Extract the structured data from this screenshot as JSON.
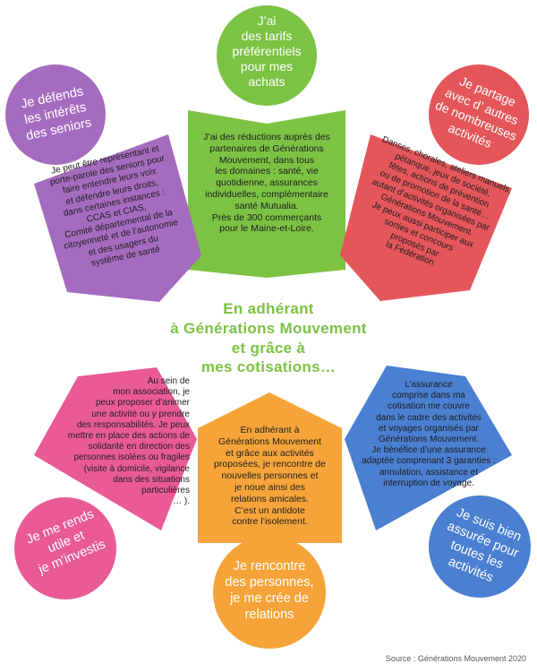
{
  "colors": {
    "green": "#7cc243",
    "purple": "#a56bbf",
    "red": "#e4565a",
    "pink": "#e95a97",
    "orange": "#f6a43a",
    "blue": "#4a7fd1"
  },
  "title": "En adhérant\nà Générations Mouvement\net grâce à\nmes cotisations…",
  "top": {
    "circle": "J’ai\ndes tarifs\npréférentiels\npour mes\nachats",
    "card": "J’ai des réductions auprès des\npartenaires de Générations\nMouvement, dans tous\nles domaines : santé, vie\nquotidienne, assurances\nindividuelles, complémentaire\nsanté Mutualia.\nPrès de 300 commerçants\npour le Maine-et-Loire."
  },
  "top_left": {
    "circle": "Je défends\nles intérêts\ndes seniors",
    "card": "Je peut être représentant et\nporte-parole des seniors pour\nfaire entendre leurs voix\net défendre leurs droits,\ndans certaines instances :\nCCAS et CIAS,\nComité départemental de la\ncitoyenneté et de l’autonomie\net des usagers du\nsystème de santé"
  },
  "top_right": {
    "circle": "Je partage\navec d’ autres\nde nombreuses\nactivités",
    "card": "Danses, chorales, ateliers manuels,\npétanque, jeux de société,\nfêtes, actions de prévention\nou de promotion de la santé…\nautant d’activités organisées par\nGénérations Mouvement.\nJe peux aussi participer aux\nsorties et concours\nproposés par\nla Fédération."
  },
  "bottom_left": {
    "circle": "Je me rends\nutile et\nje m’investis",
    "card": "Au sein de\nmon association, je\npeux proposer d’animer\nune activité ou y prendre\ndes responsabilités. Je peux\nmettre en place des actions de\nsolidarité en direction des\npersonnes isolées ou fragiles\n(visite à domicile, vigilance\ndans des situations\nparticulières\n… )."
  },
  "bottom": {
    "circle": "Je rencontre\ndes personnes,\nje me crée de\nrelations",
    "card": "En adhérant à\nGénérations Mouvement\net grâce aux activités\nproposées, je rencontre de\nnouvelles personnes et\nje noue ainsi des\nrelations amicales.\nC’est un antidote\ncontre l’isolement."
  },
  "bottom_right": {
    "circle": "Je suis bien\nassurée pour\ntoutes les\nactivités",
    "card": "L’assurance\ncomprise dans ma\ncotisation me couvre\ndans le cadre des activités\net voyages organisés par\nGénérations Mouvement.\nJe bénéfice d’une assurance\nadaptée comprenant 3 garanties :\nannulation, assistance et\ninterruption de voyage."
  },
  "source": "Source : Générations Mouvement 2020"
}
